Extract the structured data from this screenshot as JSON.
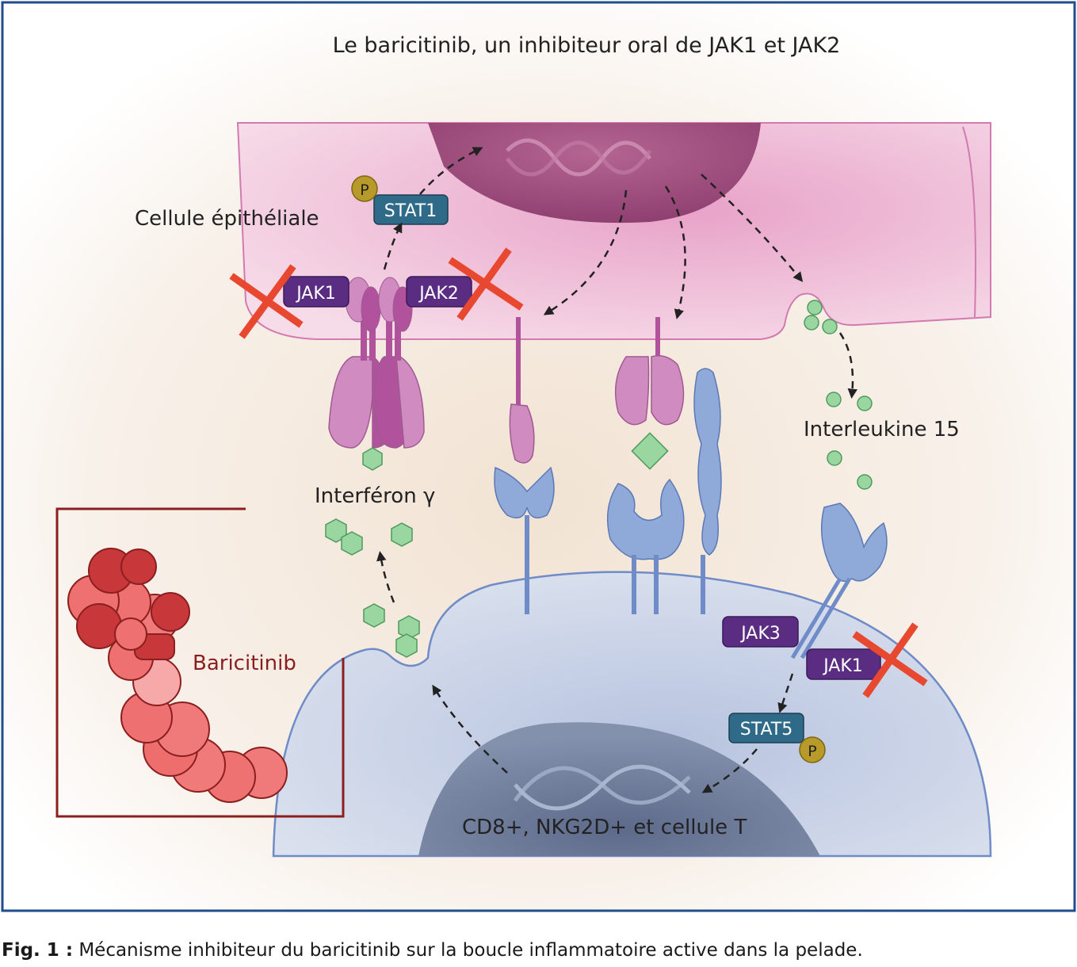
{
  "figure": {
    "title": "Le baricitinib, un inhibiteur oral de JAK1 et JAK2",
    "labels": {
      "epithelial_cell": "Cellule épithéliale",
      "interferon": "Interféron γ",
      "interleukin": "Interleukine 15",
      "baricitinib": "Baricitinib",
      "t_cell": "CD8+, NKG2D+ et cellule T"
    },
    "badges": {
      "jak1_top": "JAK1",
      "jak2_top": "JAK2",
      "stat1": "STAT1",
      "jak3_bottom": "JAK3",
      "jak1_bottom": "JAK1",
      "stat5": "STAT5",
      "p_top": "P",
      "p_bottom": "P"
    },
    "colors": {
      "frame": "#1f4e8c",
      "jak_badge": "#5b2d82",
      "stat_badge": "#2f6a88",
      "phosphate": "#b89a2a",
      "inhibition_cross": "#e8482f",
      "epithelial_cell": "#ecb3d3",
      "t_cell": "#b8c6e0",
      "receptor_pink": "#d08cc0",
      "receptor_blue": "#8fa9d8",
      "cytokine_green": "#9ad6a0",
      "baricitinib_molecule": "#e85a5a"
    }
  },
  "caption": {
    "prefix": "Fig. 1 :",
    "text": " Mécanisme inhibiteur du baricitinib sur la boucle inflammatoire active dans la pelade."
  }
}
